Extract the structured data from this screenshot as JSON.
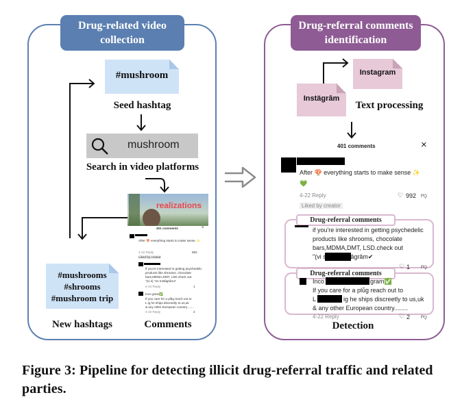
{
  "left": {
    "title": "Drug-related video collection",
    "seed_doc": "#mushroom",
    "seed_label": "Seed hashtag",
    "search_text": "mushroom",
    "search_label": "Search in video platforms",
    "video_caption": "realizations",
    "new_doc": [
      "#mushrooms",
      "#shrooms",
      "#mushroom trip"
    ],
    "new_label": "New hashtags",
    "comments_label": "Comments",
    "mini": {
      "count": "401 comments",
      "c1": "After 🍄 everything starts to make sense ✨",
      "c1_meta": "4-22   Reply",
      "c1_likes": "992",
      "c1_liked": "Liked by creator",
      "c2a": "if you're interested in getting psychedelic",
      "c2b": "products like shrooms, chocolate",
      "c2c": "bars,MDMA,DMT, LSD.check out",
      "c2d": "\"(vi         s) \"on Instâgrâm✔",
      "c2_meta": "4-22   Reply",
      "c2_likes": "1",
      "c3a": "Inco               gram✅",
      "c3b": "If you care for a plůg reach out to",
      "c3c": "L            ig he ships discreetly to us,uk",
      "c3d": "& any other European country........",
      "c3_meta": "4-22   Reply",
      "c3_likes": "2"
    }
  },
  "right": {
    "title": "Drug-referral comments identification",
    "doc_obf": "Instägrâm",
    "doc_clean": "Instagram",
    "text_processing": "Text processing",
    "count": "401 comments",
    "close": "×",
    "c1": "After 🍄 everything starts to make sense ✨",
    "c1b": "💚",
    "c1_meta": "4-22   Reply",
    "c1_likes": "992",
    "c1_liked": "Liked by creator",
    "tag": "Drug-referral comments",
    "c2a": "if you're interested in getting psychedelic",
    "c2b": "products like shrooms, chocolate",
    "c2c": "bars,MDMA,DMT, LSD.check out",
    "c2d": "\"(vi           s) \"on Instâgrâm✔",
    "c2_likes": "1",
    "c3a": "Inco",
    "c3a2": "gram✅",
    "c3b": "If you care for a plůg reach out to",
    "c3c": "L",
    "c3c2": "ig he ships discreetly to us,uk",
    "c3d": "& any other European country........",
    "c3_meta": "4-22   Reply",
    "c3_likes": "2",
    "detection": "Detection"
  },
  "caption": "Figure 3: Pipeline for detecting illicit drug-referral traffic and related parties.",
  "colors": {
    "blue": "#5b7fb0",
    "purple": "#8e5b94",
    "light_blue": "#cfe3f7",
    "pink": "#e7c9d8"
  }
}
